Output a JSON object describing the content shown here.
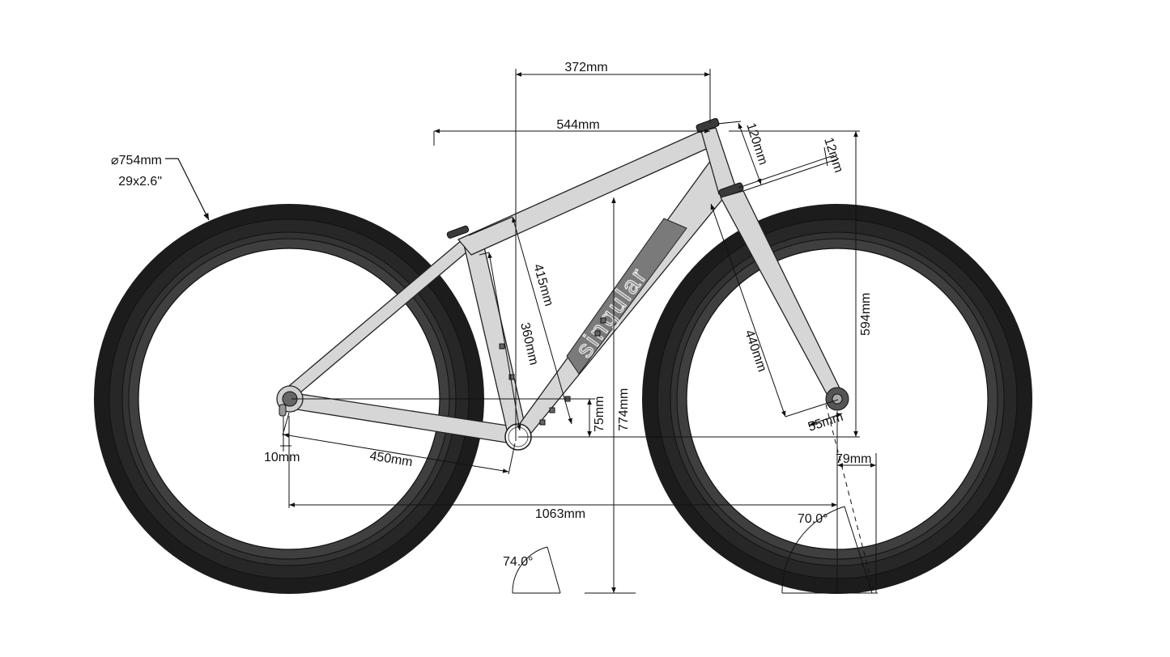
{
  "wheel": {
    "diameter_label": "⌀754mm",
    "tire_label": "29x2.6\""
  },
  "brand": {
    "logo_text": "singular"
  },
  "geometry": {
    "top_tube_effective": "372mm",
    "reach_total": "544mm",
    "head_tube": "120mm",
    "headset_stack": "12mm",
    "stack": "594mm",
    "seat_tube_ctt": "415mm",
    "seat_tube_cc": "360mm",
    "fork_length": "440mm",
    "fork_offset": "55mm",
    "bb_drop": "75mm",
    "standover": "774mm",
    "chainstay": "450mm",
    "dropout_offset": "10mm",
    "wheelbase": "1063mm",
    "trail": "79mm",
    "head_angle": "70.0°",
    "seat_angle": "74.0°"
  },
  "colors": {
    "tire_outer": "#1c1c1c",
    "tire_mid": "#2f2f2f",
    "rim": "#3f3f3f",
    "frame": "#d6d6d6",
    "logo_panel": "#7a7a7a"
  }
}
